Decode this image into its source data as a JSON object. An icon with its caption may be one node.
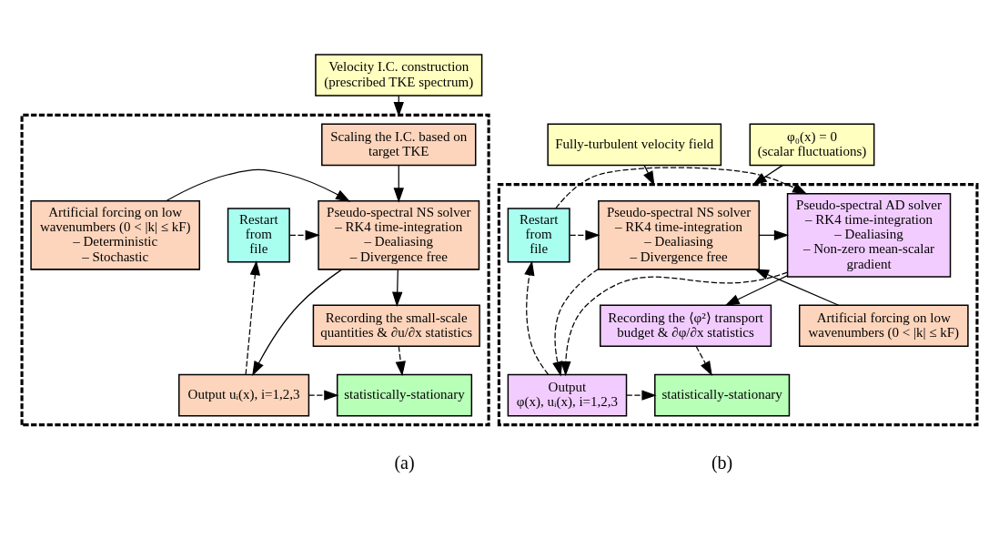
{
  "diagram": {
    "nodes": [
      {
        "text": [
          "Velocity I.C. construction",
          "(prescribed TKE spectrum)"
        ]
      },
      {
        "text": [],
        "shape": "box"
      },
      {
        "text": [
          "Scaling the I.C. based on target TKE"
        ],
        "in": 1
      },
      {
        "text": [
          "Pseudo-spectral NS solver",
          "– RK4 time-integration",
          "– Dealiasing",
          "– Divergence free"
        ],
        "in": 1
      },
      {
        "text": [
          "Restart from file"
        ],
        "in": 1
      },
      {
        "text": [
          "Artificial forcing on low wavenumbers (0 < |k| ≤ kF)",
          "– Deterministic",
          "– Stochastic"
        ],
        "in": 1
      },
      {
        "text": [
          "Recording the small-scale quantities & ∂u/∂x statistics"
        ],
        "in": 1
      },
      {
        "text": [
          "Output uᵢ(x), i=1,2,3"
        ],
        "in": 1
      },
      {
        "text": [
          "statistically-stationary"
        ],
        "in": 1
      },
      {
        "text": [
          "Fully-turbulent velocity field"
        ]
      },
      {
        "text": [
          "φ₀(x) = 0",
          "(scalar fluctuations)"
        ]
      },
      {
        "text": [],
        "shape": "box"
      },
      {
        "text": [
          "Pseudo-spectral NS solver",
          "– RK4 time-integration",
          "– Dealiasing",
          "– Divergence free"
        ],
        "in": 11
      },
      {
        "text": [
          "Pseudo-spectral AD solver",
          "– RK4 time-integration",
          "– Dealiasing",
          "– Non-zero mean-scalar gradient"
        ],
        "in": 11
      },
      {
        "text": [
          "Restart from file"
        ],
        "in": 11
      },
      {
        "text": [
          "Artificial forcing on low wavenumbers (0 < |k| ≤ kF)"
        ],
        "in": 11
      },
      {
        "text": [
          "Recording the ⟨φ²⟩ transport budget & ∂φ/∂x statistics"
        ],
        "in": 11
      },
      {
        "text": [
          "Output",
          "φ(x), uᵢ(x), i=1,2,3"
        ],
        "in": 11
      },
      {
        "text": [
          "statistically-stationary"
        ],
        "in": 11
      }
    ],
    "edges": [
      {
        "from": 0,
        "to": 1,
        "arrow": "to"
      },
      {
        "from": 2,
        "to": 3,
        "arrow": "to"
      },
      {
        "from": 4,
        "to": 3,
        "arrow": "to",
        "style": "dashed"
      },
      {
        "from": 5,
        "to": 3,
        "arrow": "to"
      },
      {
        "from": 3,
        "to": 7,
        "arrow": "to"
      },
      {
        "from": 3,
        "to": 6,
        "arrow": "to"
      },
      {
        "from": 6,
        "to": 8,
        "arrow": "to",
        "style": "dashed"
      },
      {
        "from": 7,
        "to": 8,
        "arrow": "to",
        "style": "dashed"
      },
      {
        "from": 7,
        "to": 4,
        "arrow": "to",
        "style": "dashed"
      },
      {
        "from": 9,
        "to": 11,
        "arrow": "to"
      },
      {
        "from": 10,
        "to": 11,
        "arrow": "to"
      },
      {
        "from": 14,
        "to": 12,
        "arrow": "to",
        "style": "dashed"
      },
      {
        "from": 14,
        "to": 13,
        "arrow": "to",
        "style": "dashed"
      },
      {
        "from": 12,
        "to": 13,
        "arrow": "to"
      },
      {
        "from": 15,
        "to": 12,
        "arrow": "to"
      },
      {
        "from": 12,
        "to": 17,
        "arrow": "to",
        "style": "dashed"
      },
      {
        "from": 13,
        "to": 16,
        "arrow": "to"
      },
      {
        "from": 13,
        "to": 17,
        "arrow": "to",
        "style": "dashed"
      },
      {
        "from": 16,
        "to": 18,
        "arrow": "to",
        "style": "dashed"
      },
      {
        "from": 17,
        "to": 18,
        "arrow": "to",
        "style": "dashed"
      },
      {
        "from": 17,
        "to": 14,
        "arrow": "to",
        "style": "dashed"
      }
    ],
    "labels": [
      "(a)",
      "(b)"
    ]
  }
}
